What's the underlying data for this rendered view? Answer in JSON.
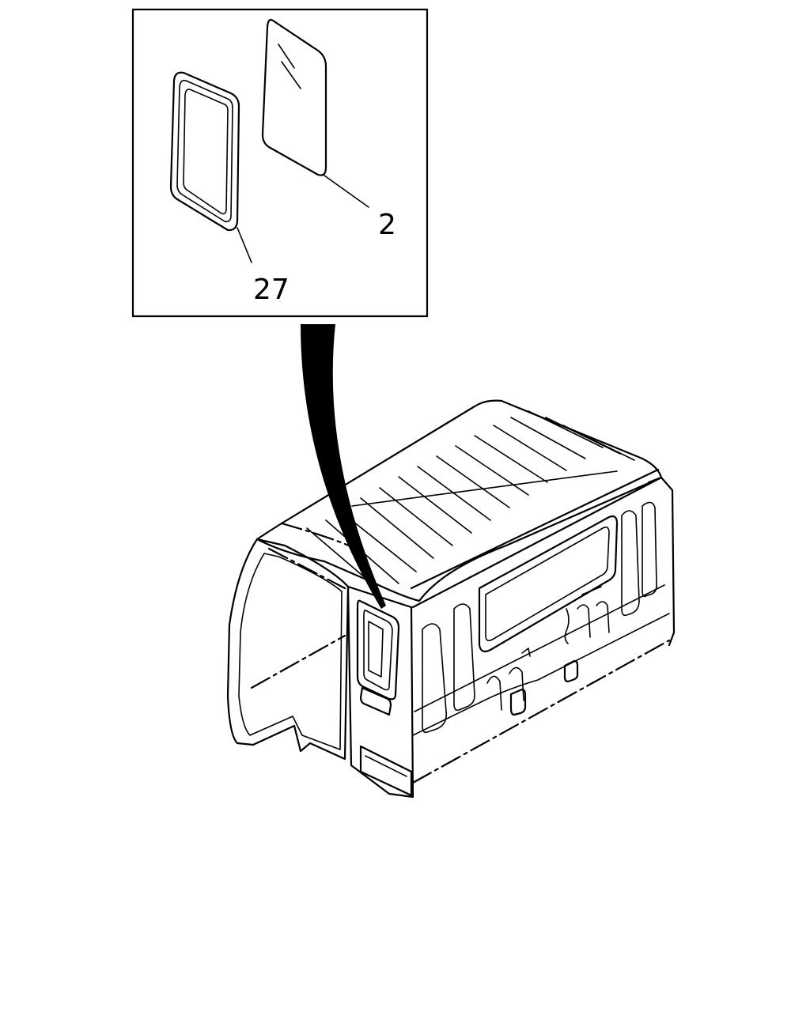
{
  "callouts": [
    {
      "id": "glass",
      "label": "2"
    },
    {
      "id": "weatherstrip",
      "label": "27"
    }
  ],
  "colors": {
    "ink": "#000000",
    "paper": "#ffffff"
  }
}
